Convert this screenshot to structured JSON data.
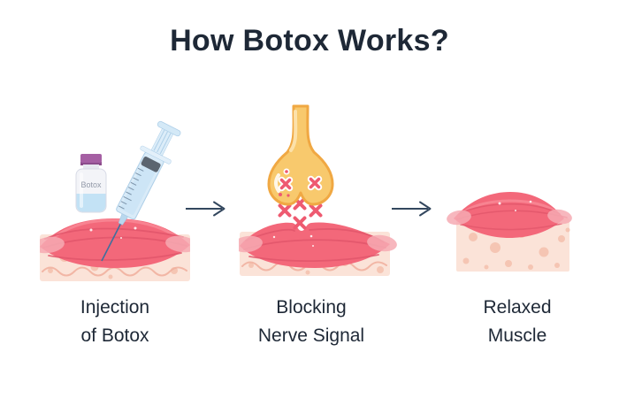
{
  "title": "How Botox Works?",
  "vial_label": "Botox",
  "steps": [
    {
      "name": "injection-of-botox",
      "caption_line1": "Injection",
      "caption_line2": "of Botox"
    },
    {
      "name": "blocking-nerve-signal",
      "caption_line1": "Blocking",
      "caption_line2": "Nerve Signal"
    },
    {
      "name": "relaxed-muscle",
      "caption_line1": "Relaxed",
      "caption_line2": "Muscle"
    }
  ],
  "palette": {
    "ink": "#1e2836",
    "arrow": "#33475e",
    "muscle": "#f3687a",
    "muscleDark": "#e2566b",
    "muscleLight": "#f6aab3",
    "muscleHi": "#f98e9b",
    "skin": "#fbe3d8",
    "skinDot": "#f5c5b3",
    "skinLine": "#f0ae9c",
    "nerve": "#f8c96d",
    "nerveBorder": "#f0a843",
    "nerveHi": "#fce3ae",
    "cross": "#ee5a70",
    "vialCap": "#a55fa3",
    "vialCapDark": "#8c4c8c",
    "vialBody": "#f3f4f8",
    "vialStroke": "#d8dbe6",
    "vialNeck": "#e6e8f0",
    "liquid": "#c3e2f5",
    "labelText": "#939aa8",
    "barrel": "#d9ebf8",
    "barrelStroke": "#aecfe8",
    "barrelInner": "#cbe4f5",
    "stopper": "#5b6570",
    "needle": "#3f6f9d",
    "hub": "#b9d8ee",
    "hubStroke": "#9cc2e0",
    "flange": "#e3f0fa",
    "plunger": "#dcedf9",
    "plungerCap": "#d4e9f7",
    "tick": "#7d95ab"
  }
}
